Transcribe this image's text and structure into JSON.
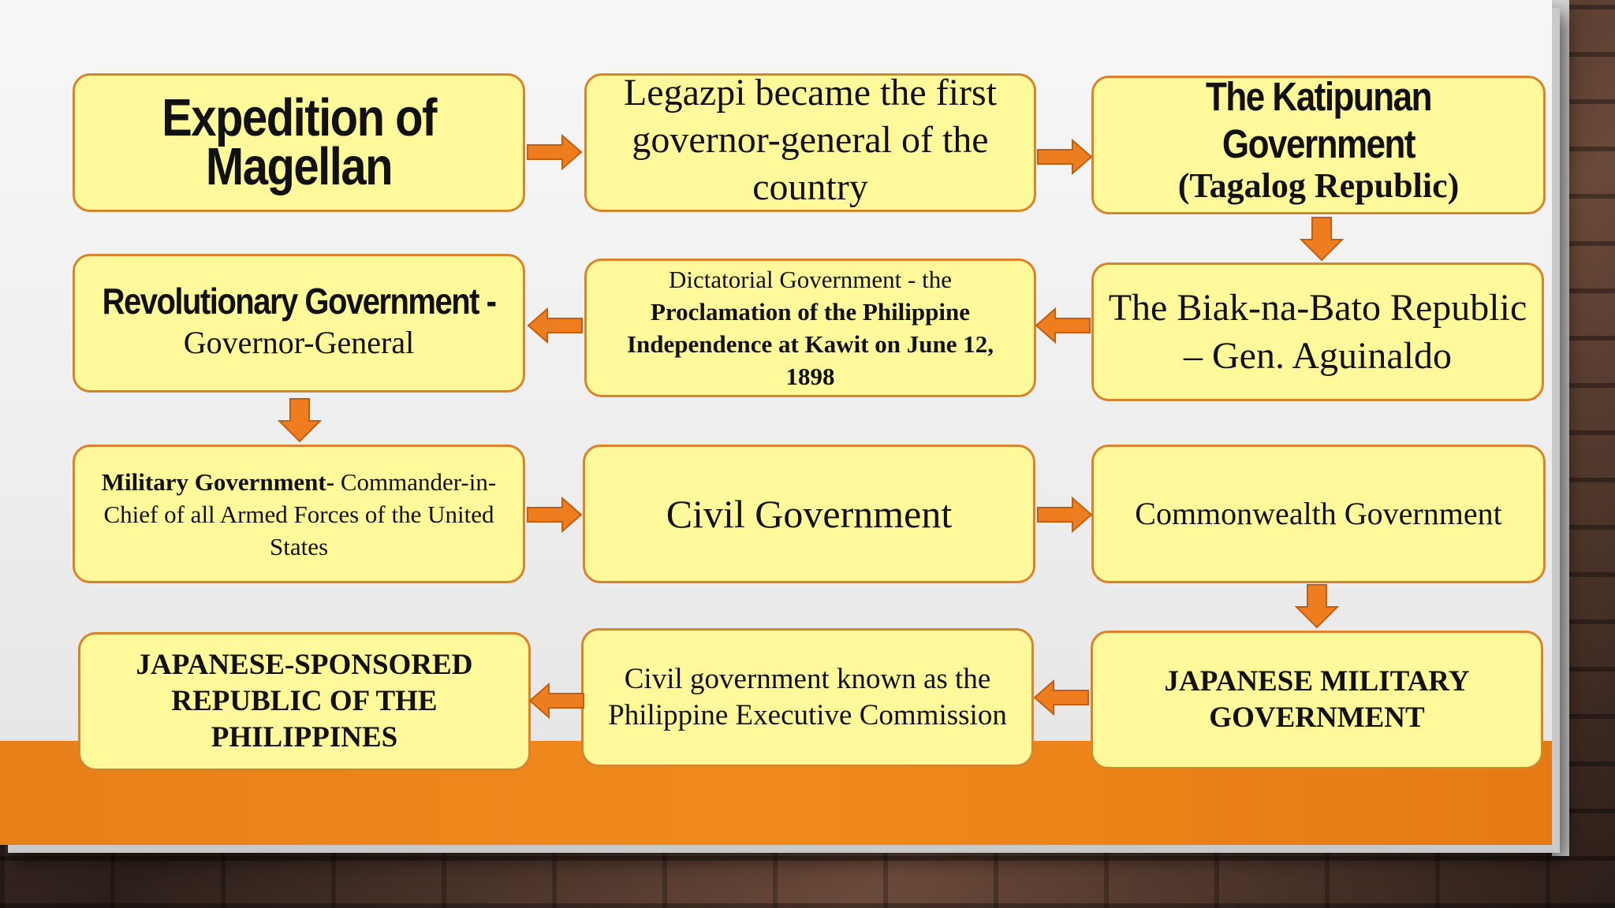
{
  "colors": {
    "box_fill": "#fff99c",
    "box_border": "#d9832a",
    "arrow": "#ee7d1f",
    "band": "#f08a1c"
  },
  "boxes": {
    "expedition": {
      "line1": "Expedition of",
      "line2": "Magellan"
    },
    "legazpi": {
      "text": "Legazpi became the first governor-general of the country"
    },
    "katipunan": {
      "title": "The Katipunan Government",
      "subtitle": "(Tagalog Republic)"
    },
    "revolutionary": {
      "title": "Revolutionary Government -",
      "subtitle": "Governor-General"
    },
    "dictatorial": {
      "line1": "Dictatorial Government - the",
      "bold": "Proclamation of the Philippine Independence at Kawit on June 12, 1898"
    },
    "biak": {
      "text": "The Biak-na-Bato Republic – Gen. Aguinaldo"
    },
    "military": {
      "bold": "Military Government-",
      "rest": " Commander-in-Chief of all Armed Forces of the United States"
    },
    "civil": {
      "text": "Civil Government"
    },
    "commonwealth": {
      "text": "Commonwealth Government"
    },
    "japanese_republic": {
      "text": "JAPANESE-SPONSORED REPUBLIC OF THE PHILIPPINES"
    },
    "civil_commission": {
      "text": "Civil government known as the Philippine Executive Commission"
    },
    "japanese_military": {
      "text": "JAPANESE MILITARY GOVERNMENT"
    }
  }
}
